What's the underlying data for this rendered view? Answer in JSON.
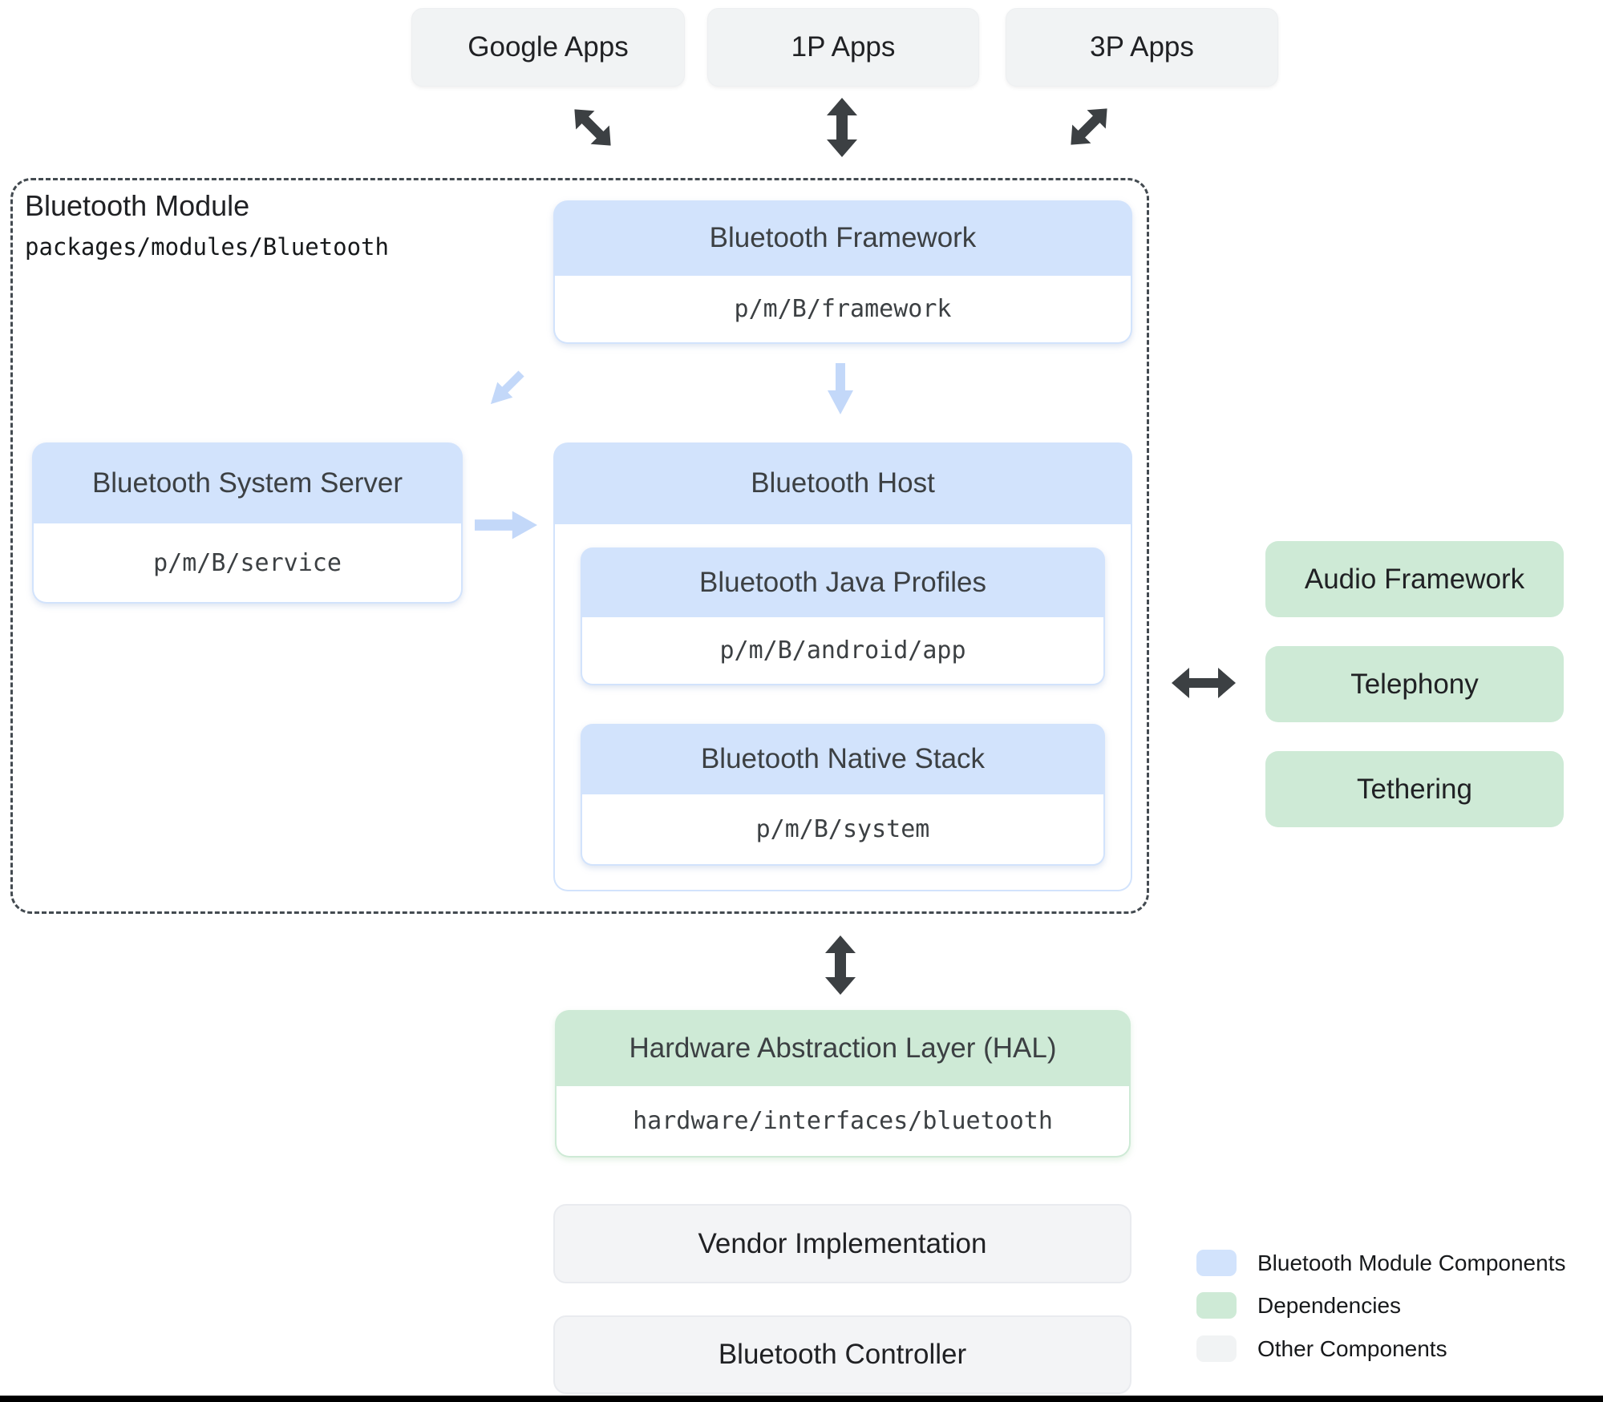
{
  "colors": {
    "accent_blue": "#d2e3fc",
    "accent_green": "#ceead6",
    "gray_box": "#f1f3f4",
    "arrow_dark": "#3c4043",
    "arrow_blue": "#c3d8f9",
    "dash_border": "#434a50",
    "title_text": "#202124",
    "box_text": "#3c4043"
  },
  "top_apps": [
    {
      "label": "Google Apps"
    },
    {
      "label": "1P Apps"
    },
    {
      "label": "3P Apps"
    }
  ],
  "module": {
    "title": "Bluetooth Module",
    "path": "packages/modules/Bluetooth",
    "framework": {
      "title": "Bluetooth Framework",
      "path": "p/m/B/framework"
    },
    "system_server": {
      "title": "Bluetooth System Server",
      "path": "p/m/B/service"
    },
    "host": {
      "title": "Bluetooth Host",
      "java_profiles": {
        "title": "Bluetooth Java Profiles",
        "path": "p/m/B/android/app"
      },
      "native_stack": {
        "title": "Bluetooth Native Stack",
        "path": "p/m/B/system"
      }
    }
  },
  "dependencies": [
    {
      "label": "Audio Framework"
    },
    {
      "label": "Telephony"
    },
    {
      "label": "Tethering"
    }
  ],
  "hal": {
    "title": "Hardware Abstraction Layer (HAL)",
    "path": "hardware/interfaces/bluetooth"
  },
  "other_components": [
    {
      "label": "Vendor Implementation"
    },
    {
      "label": "Bluetooth Controller"
    }
  ],
  "legend": [
    {
      "label": "Bluetooth Module Components",
      "color": "#d2e3fc"
    },
    {
      "label": "Dependencies",
      "color": "#ceead6"
    },
    {
      "label": "Other Components",
      "color": "#f1f3f4"
    }
  ]
}
